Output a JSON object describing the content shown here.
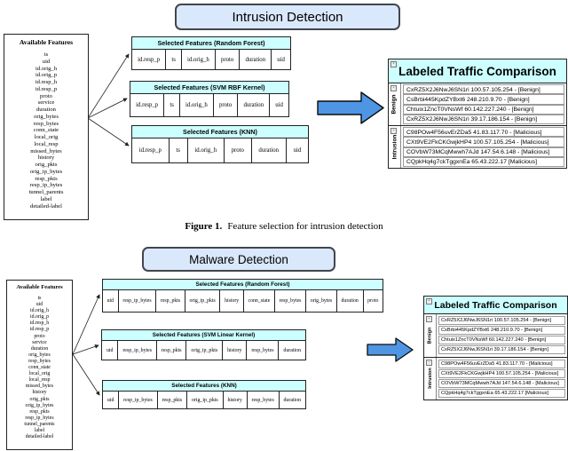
{
  "colors": {
    "table_header": "#ccffff",
    "title_pill": "#d9e8fb",
    "arrow_fill": "#4e96e4",
    "border_dark": "#222222"
  },
  "fig1": {
    "title": "Intrusion Detection",
    "available": {
      "title": "Available Features",
      "items": [
        "ts",
        "uid",
        "id.orig_h",
        "id.orig_p",
        "id.resp_h",
        "id.resp_p",
        "proto",
        "service",
        "duration",
        "orig_bytes",
        "resp_bytes",
        "conn_state",
        "local_orig",
        "local_resp",
        "missed_bytes",
        "history",
        "orig_pkts",
        "orig_ip_bytes",
        "resp_pkts",
        "resp_ip_bytes",
        "tunnel_parents",
        "label",
        "detailed-label"
      ]
    },
    "tables": [
      {
        "title": "Selected Features (Random Forest)",
        "cells": [
          "id.resp_p",
          "ts",
          "id.orig_h",
          "proto",
          "duration",
          "uid"
        ]
      },
      {
        "title": "Selected Features (SVM RBF Kernel)",
        "cells": [
          "id.resp_p",
          "ts",
          "id.orig_h",
          "proto",
          "duration",
          "uid"
        ]
      },
      {
        "title": "Selected Features (KNN)",
        "cells": [
          "id.resp_p",
          "ts",
          "id.orig_h",
          "proto",
          "duration",
          "uid"
        ]
      }
    ],
    "comparison": {
      "title": "Labeled Traffic Comparison",
      "sections": [
        {
          "label": "Benign",
          "rows": [
            "CxRZ5X2J6NwJ6SN1ri 100.57.105.254 -  [Benign]",
            "CsBrbi445KpdZYBxt6 248.210.9.70 -  [Benign]",
            "Chtuix1ZncT0VNsWf 60.142.227.240 -  [Benign]",
            "CxRZ5X2J6NwJ6SN1ri 39.17.186.154 -  [Benign]"
          ]
        },
        {
          "label": "Intrusion",
          "rows": [
            "C98POw4F56uvErZDa5 41.83.117.70 -  [Malicious]",
            "CXt9VE2FkCKGwjkHP4 100.57.105.254 -  [Malicious]",
            "COVbW73MCqMwwh7AJd 147.54.6.148 -  [Malicious]",
            "CQpkHq4g7ckTggxnEa 65.43.222.17 [Malicious]"
          ]
        }
      ]
    },
    "caption": {
      "label": "Figure 1.",
      "text": "Feature selection for intrusion detection"
    }
  },
  "fig2": {
    "title": "Malware Detection",
    "available": {
      "title": "Available Features",
      "items": [
        "ts",
        "uid",
        "id.orig_h",
        "id.orig_p",
        "id.resp_h",
        "id.resp_p",
        "proto",
        "service",
        "duration",
        "orig_bytes",
        "resp_bytes",
        "conn_state",
        "local_orig",
        "local_resp",
        "missed_bytes",
        "history",
        "orig_pkts",
        "orig_ip_bytes",
        "resp_pkts",
        "resp_ip_bytes",
        "tunnel_parents",
        "label",
        "detailed-label"
      ]
    },
    "tables": [
      {
        "title": "Selected Features (Random Forest)",
        "cells": [
          "uid",
          "resp_ip_bytes",
          "resp_pkts",
          "orig_ip_pkts",
          "history",
          "conn_state",
          "resp_bytes",
          "orig_bytes",
          "duration",
          "proto"
        ]
      },
      {
        "title": "Selected Features (SVM Linear Kernel)",
        "cells": [
          "uid",
          "resp_ip_bytes",
          "resp_pkts",
          "orig_ip_pkts",
          "history",
          "resp_bytes",
          "duration"
        ]
      },
      {
        "title": "Selected Features (KNN)",
        "cells": [
          "uid",
          "resp_ip_bytes",
          "resp_pkts",
          "orig_ip_pkts",
          "history",
          "resp_bytes",
          "duration"
        ]
      }
    ],
    "comparison": {
      "title": "Labeled Traffic Comparison",
      "sections": [
        {
          "label": "Benign",
          "rows": [
            "CxRZ5X2J6NwJ6SN1ri 100.57.105.254 -  [Benign]",
            "CsBrbi445KpdZYBxt6 248.210.9.70 -  [Benign]",
            "Chtuix1ZncT0VNsWf 60.142.227.240 -  [Benign]",
            "CxRZ5X2J6NwJ6SN1ri 39.17.186.154 -  [Benign]"
          ]
        },
        {
          "label": "Intrusion",
          "rows": [
            "C98POw4F56uvErZDa5 41.83.117.70 -  [Malicious]",
            "CXt9VE2FkCKGwjkHP4 100.57.105.254 -  [Malicious]",
            "COVbW73MCqMwwh7AJd 147.54.6.148 -  [Malicious]",
            "CQpkHq4g7ckTggxnEa 65.43.222.17 [Malicious]"
          ]
        }
      ]
    },
    "icons": {
      "collapse": "-"
    }
  }
}
